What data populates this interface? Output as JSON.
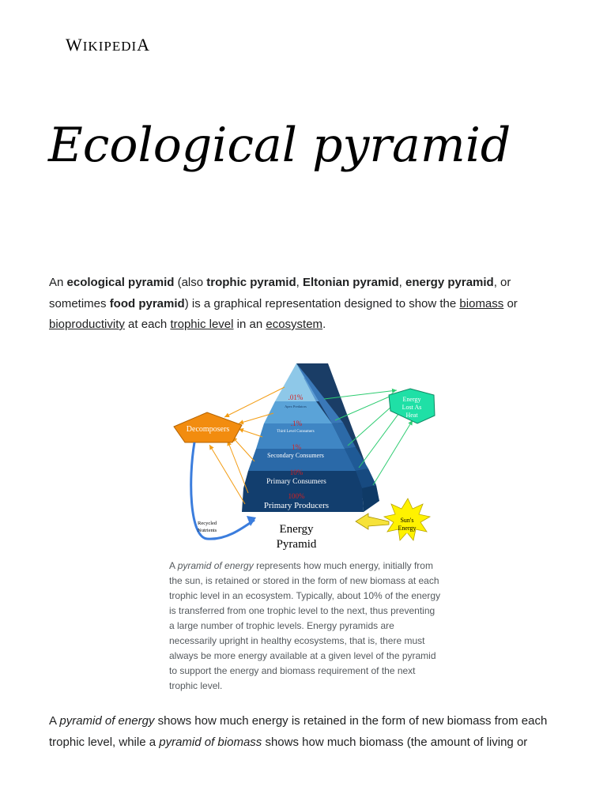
{
  "header": {
    "logo_text": "WIKIPEDIA"
  },
  "article": {
    "title": "Ecological pyramid",
    "lead": {
      "t1": "An ",
      "b1": "ecological pyramid",
      "t2": " (also ",
      "b2": "trophic pyramid",
      "t3": ", ",
      "b3": "Eltonian pyramid",
      "t4": ", ",
      "b4": "energy pyramid",
      "t5": ", or sometimes ",
      "b5": "food pyramid",
      "t6": ") is a graphical representation designed to show the ",
      "l1": "biomass",
      "t7": " or ",
      "l2": "bioproductivity",
      "t8": " at each ",
      "l3": "trophic level",
      "t9": " in an ",
      "l4": "ecosystem",
      "t10": "."
    },
    "figure": {
      "levels": [
        {
          "pct": ".01%",
          "label": "Apex Predators"
        },
        {
          "pct": ".1%",
          "label": "Third Level Consumers"
        },
        {
          "pct": "1%",
          "label": "Secondary Consumers"
        },
        {
          "pct": "10%",
          "label": "Primary Consumers"
        },
        {
          "pct": "100%",
          "label": "Primary Producers"
        }
      ],
      "decomposers": "Decomposers",
      "energy_lost_1": "Energy",
      "energy_lost_2": "Lost As",
      "energy_lost_3": "Heat",
      "recycled_1": "Recycled",
      "recycled_2": "Nutrients",
      "sun_1": "Sun's",
      "sun_2": "Energy",
      "title_1": "Energy",
      "title_2": "Pyramid"
    },
    "caption": {
      "t1": "A ",
      "i1": "pyramid of energy",
      "t2": " represents how much energy, initially from the sun, is retained or stored in the form of new biomass at each trophic level in an ecosystem. Typically, about 10% of the energy is transferred from one trophic level to the next, thus preventing a large number of trophic levels. Energy pyramids are necessarily upright in healthy ecosystems, that is, there must always be more energy available at a given level of the pyramid to support the energy and biomass requirement of the next trophic level."
    },
    "para2": {
      "t1": "A ",
      "i1": "pyramid of energy",
      "t2": " shows how much energy is retained in the form of new biomass from each trophic level, while a ",
      "i2": "pyramid of biomass",
      "t3": " shows how much biomass (the amount of living or"
    }
  }
}
